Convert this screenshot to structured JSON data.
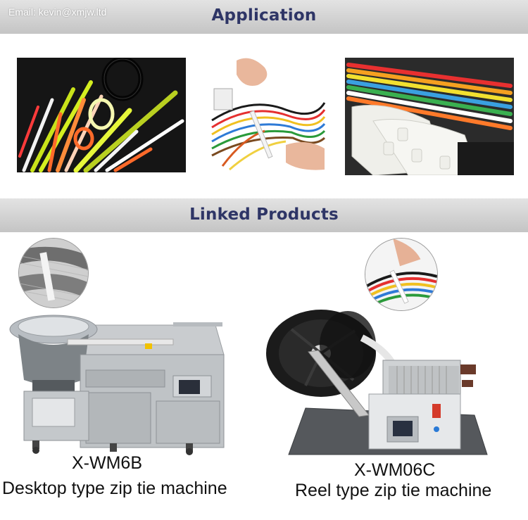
{
  "header": {
    "email": "Email: kevin@xmjw.ltd",
    "application_title": "Application"
  },
  "application": {
    "photos": [
      "colored-cable-ties-photo",
      "wire-harness-tie-photo",
      "bundled-cable-ties-photo"
    ]
  },
  "linked": {
    "title": "Linked Products",
    "products": [
      {
        "model": "X-WM6B",
        "description": "Desktop type zip tie machine"
      },
      {
        "model": "X-WM06C",
        "description": "Reel type zip tie machine"
      }
    ]
  },
  "colors": {
    "banner_gray": "#d2d2d2",
    "title_navy": "#2e3566",
    "text_black": "#111111"
  }
}
